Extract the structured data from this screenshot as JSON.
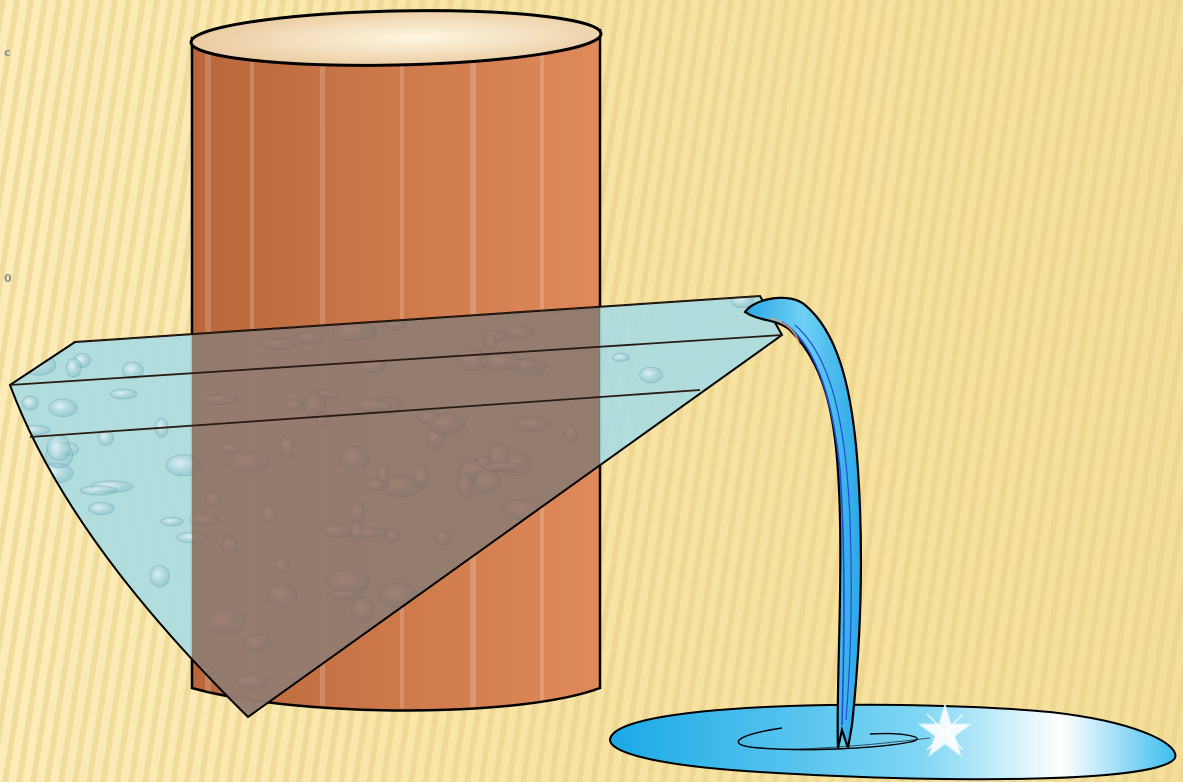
{
  "slide": {
    "background": "#f6e4a3",
    "stripe_color": "#e8cf86",
    "margin_texts": [
      "c",
      "0"
    ]
  },
  "figure": {
    "cylinder": {
      "icon": "cylinder-shape",
      "fill_dark": "#b8663a",
      "fill_light": "#e08a5c",
      "top_light": "#fff6e0",
      "top_dark": "#e8c79a"
    },
    "cone": {
      "icon": "water-cone-shape",
      "fill": "#a9dbe3",
      "overlap_fill": "#9a6a55"
    },
    "stream": {
      "icon": "water-stream-shape",
      "fill": "#3fb7ec",
      "line": "#1f4fd6"
    },
    "puddle": {
      "icon": "puddle-shape",
      "fill_outer": "#29b7ee",
      "fill_inner": "#ffffff"
    },
    "sparkle": {
      "icon": "star-sparkle-icon"
    }
  }
}
